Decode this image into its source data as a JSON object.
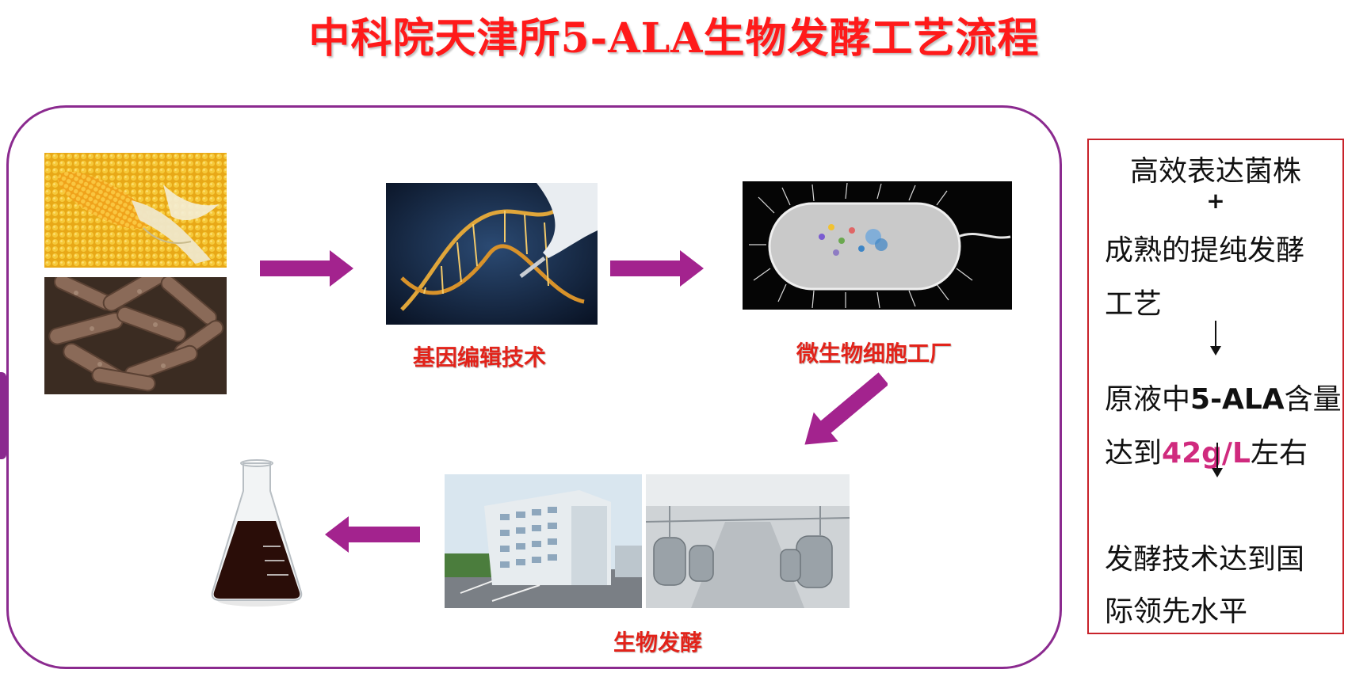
{
  "title": "中科院天津所5-ALA生物发酵工艺流程",
  "steps": {
    "gene_editing": "基因编辑技术",
    "cell_factory": "微生物细胞工厂",
    "fermentation": "生物发酵"
  },
  "side_panel": {
    "line1": "高效表达菌株",
    "plus": "+",
    "line2": "成熟的提纯发酵",
    "line3": "工艺",
    "line4_pre": "原液中",
    "line4_bold": "5-ALA",
    "line4_post": "含量",
    "line5_pre": "达到",
    "line5_highlight": "42g/L",
    "line5_post": "左右",
    "line6": "发酵技术达到国",
    "line7": "际领先水平"
  },
  "colors": {
    "title": "#ff1a1a",
    "frame": "#8b2a8f",
    "arrow": "#a3238e",
    "step_label": "#e2231a",
    "side_border": "#c8222a",
    "highlight": "#d02a7e"
  },
  "icons": {
    "flow_arrow": "right-arrow-icon",
    "down_arrow": "down-arrow-icon"
  }
}
